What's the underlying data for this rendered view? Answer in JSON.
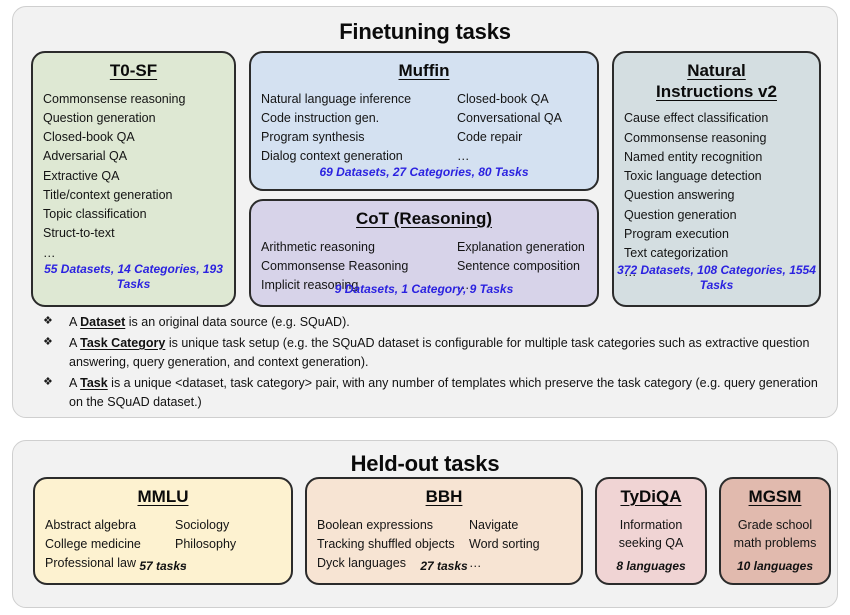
{
  "finetuning": {
    "title": "Finetuning tasks",
    "cards": [
      {
        "name": "t0sf",
        "title": "T0-SF",
        "color": "#dee8d3",
        "columns": [
          [
            "Commonsense reasoning",
            "Question generation",
            "Closed-book QA",
            "Adversarial QA",
            "Extractive QA",
            "Title/context generation",
            "Topic classification",
            "Struct-to-text",
            "…"
          ]
        ],
        "stat": "55 Datasets, 14 Categories, 193 Tasks"
      },
      {
        "name": "muffin",
        "title": "Muffin",
        "color": "#d4e1f1",
        "columns": [
          [
            "Natural language inference",
            "Code instruction gen.",
            "Program synthesis",
            "Dialog context generation"
          ],
          [
            "Closed-book QA",
            "Conversational QA",
            "Code repair",
            "…"
          ]
        ],
        "stat": "69 Datasets, 27 Categories, 80 Tasks"
      },
      {
        "name": "cot",
        "title": "CoT (Reasoning)",
        "color": "#d7d3e9",
        "columns": [
          [
            "Arithmetic reasoning",
            "Commonsense Reasoning",
            "Implicit reasoning"
          ],
          [
            "Explanation generation",
            "Sentence composition",
            "…"
          ]
        ],
        "stat": "9 Datasets, 1 Category, 9 Tasks"
      },
      {
        "name": "niv2",
        "title_line1": "Natural",
        "title_line2": "Instructions v2",
        "color": "#d4dee1",
        "columns": [
          [
            "Cause effect classification",
            "Commonsense reasoning",
            "Named entity recognition",
            "Toxic language detection",
            "Question answering",
            "Question generation",
            "Program execution",
            "Text categorization",
            "…"
          ]
        ],
        "stat": "372 Datasets, 108 Categories, 1554 Tasks"
      }
    ],
    "legend": [
      {
        "bullet_icon": "diamond-bullet",
        "pre": "A ",
        "term": "Dataset",
        "post": " is an original data source (e.g. SQuAD)."
      },
      {
        "bullet_icon": "diamond-bullet",
        "pre": "A ",
        "term": "Task Category",
        "post": " is unique task setup (e.g. the SQuAD dataset is configurable for multiple task categories such as extractive question answering, query generation, and context generation)."
      },
      {
        "bullet_icon": "diamond-bullet",
        "pre": "A ",
        "term": "Task",
        "post": " is a unique <dataset, task category> pair, with any number of templates which preserve the task category (e.g. query generation on the SQuAD dataset.)"
      }
    ]
  },
  "heldout": {
    "title": "Held-out tasks",
    "cards": [
      {
        "name": "mmlu",
        "title": "MMLU",
        "color": "#fdf2d0",
        "columns": [
          [
            "Abstract algebra",
            "College medicine",
            "Professional law"
          ],
          [
            "Sociology",
            "Philosophy",
            "…"
          ]
        ],
        "stat": "57 tasks"
      },
      {
        "name": "bbh",
        "title": "BBH",
        "color": "#f7e4d3",
        "columns": [
          [
            "Boolean expressions",
            "Tracking shuffled objects",
            "Dyck languages"
          ],
          [
            "Navigate",
            "Word sorting",
            "…"
          ]
        ],
        "stat": "27 tasks"
      },
      {
        "name": "tydiqa",
        "title": "TyDiQA",
        "color": "#f0d4d4",
        "lines": [
          "Information",
          "seeking QA"
        ],
        "stat": "8 languages"
      },
      {
        "name": "mgsm",
        "title": "MGSM",
        "color": "#e1baae",
        "lines": [
          "Grade school",
          "math problems"
        ],
        "stat": "10 languages"
      }
    ]
  },
  "colors": {
    "panel_bg": "#f2f2f2",
    "card_border": "#2b2b2b",
    "stat_accent": "#2b22e0"
  }
}
